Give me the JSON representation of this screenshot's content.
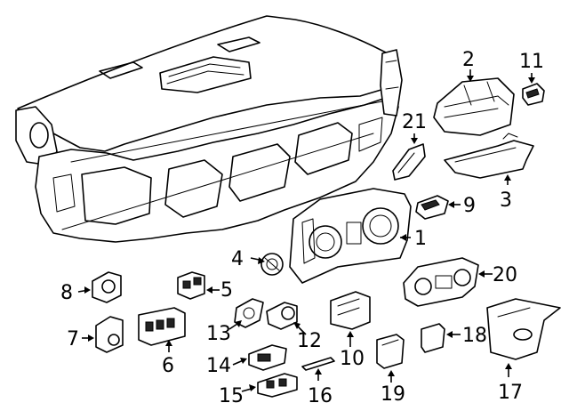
{
  "callouts": {
    "c1": "1",
    "c2": "2",
    "c3": "3",
    "c4": "4",
    "c5": "5",
    "c6": "6",
    "c7": "7",
    "c8": "8",
    "c9": "9",
    "c10": "10",
    "c11": "11",
    "c12": "12",
    "c13": "13",
    "c14": "14",
    "c15": "15",
    "c16": "16",
    "c17": "17",
    "c18": "18",
    "c19": "19",
    "c20": "20",
    "c21": "21"
  },
  "colors": {
    "line": "#000000",
    "background": "#ffffff"
  }
}
